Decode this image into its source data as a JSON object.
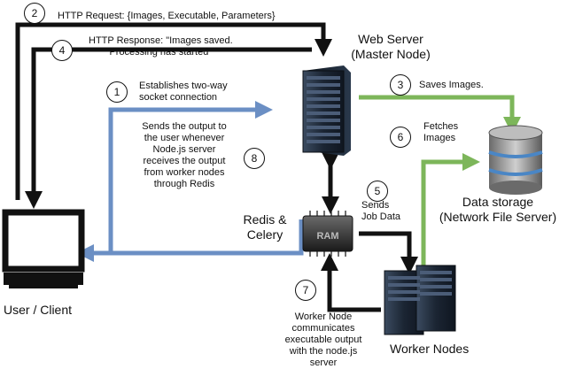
{
  "steps": [
    {
      "num": "2",
      "text": "HTTP Request: {Images, Executable, Parameters}"
    },
    {
      "num": "4",
      "text_lines": [
        "HTTP Response:  \"Images saved.",
        "Processing has started\""
      ]
    },
    {
      "num": "1",
      "text_lines": [
        "Establishes two-way",
        "socket connection"
      ]
    },
    {
      "num": "3",
      "text": "Saves Images."
    },
    {
      "num": "6",
      "text_lines": [
        "Fetches",
        "Images"
      ]
    },
    {
      "num": "8",
      "text_lines": [
        "Sends the output to",
        "the user whenever",
        "Node.js server",
        "receives the output",
        "from worker nodes",
        "through Redis"
      ]
    },
    {
      "num": "5",
      "text_lines": [
        "Sends",
        "Job Data"
      ]
    },
    {
      "num": "7",
      "text_lines": [
        "Worker Node",
        "communicates",
        "executable output",
        "with the node.js",
        "server"
      ]
    }
  ],
  "nodes": {
    "web_server": [
      "Web Server",
      "(Master Node)"
    ],
    "data_storage": [
      "Data storage",
      "(Network File Server)"
    ],
    "redis": [
      "Redis  &",
      "Celery"
    ],
    "worker_nodes": "Worker Nodes",
    "user_client": "User / Client",
    "ram_chip_text": "RAM"
  },
  "colors": {
    "black_arrow": "#111111",
    "blue_arrow": "#6b8fc4",
    "green_arrow": "#7db65a",
    "server_dark": "#1e2a3a",
    "storage_blue": "#4a86c5"
  }
}
